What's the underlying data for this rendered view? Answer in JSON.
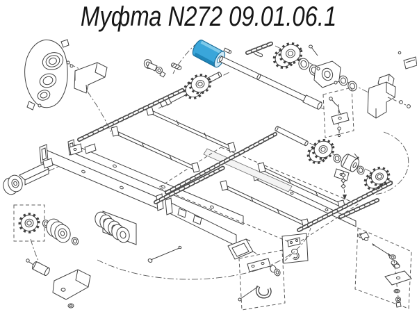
{
  "title": "Муфта N272 09.01.06.1",
  "colors": {
    "highlight": "#3aa6da",
    "highlight_shade": "#1f86b9",
    "highlight_light": "#7ecaea",
    "highlight_face": "#cfe9f6",
    "highlight_outline": "#1b6e9b"
  },
  "diagram": {
    "kind": "exploded-parts-drawing",
    "highlighted_part": "coupling-sleeve"
  }
}
